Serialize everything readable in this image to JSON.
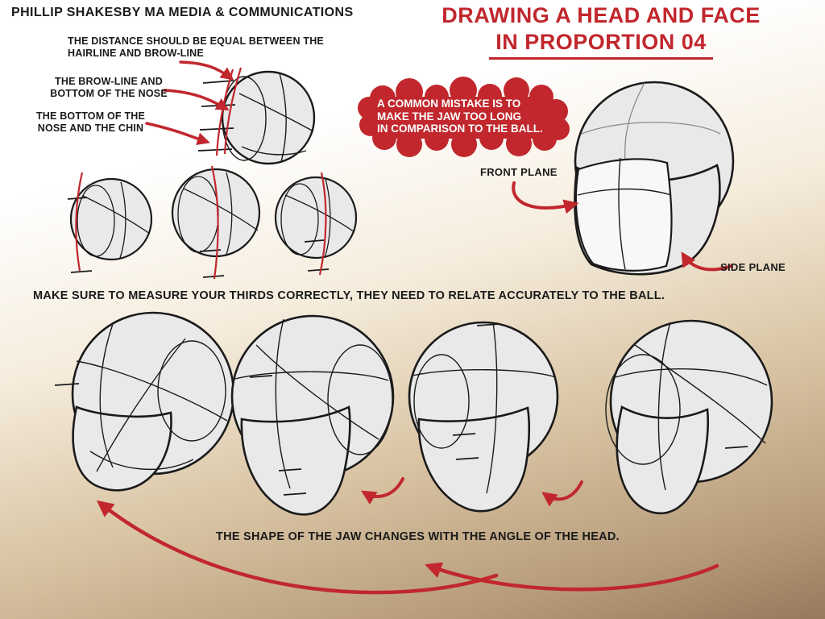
{
  "colors": {
    "accent_red": "#c1272d",
    "ink": "#1a1a1a",
    "head_fill": "#e9e9e9",
    "front_plane_fill": "#f8f8f8",
    "background_bottom": "#97795b",
    "callout_text": "#ffffff"
  },
  "header": {
    "credit": "PHILLIP SHAKESBY MA MEDIA & COMMUNICATIONS"
  },
  "title": {
    "line1": "DRAWING A HEAD AND FACE",
    "line2": "IN PROPORTION 04"
  },
  "notes": {
    "distance": {
      "line1": "THE DISTANCE SHOULD BE EQUAL BETWEEN THE",
      "line2": "HAIRLINE AND BROW-LINE"
    },
    "brow": {
      "line1": "THE BROW-LINE AND",
      "line2": "BOTTOM OF THE NOSE"
    },
    "nose": {
      "line1": "THE BOTTOM OF THE",
      "line2": "NOSE AND THE CHIN"
    }
  },
  "callout": {
    "line1": "A COMMON MISTAKE IS TO",
    "line2": "MAKE THE JAW TOO LONG",
    "line3": "IN COMPARISON TO THE BALL."
  },
  "labels": {
    "front_plane": "FRONT PLANE",
    "side_plane": "SIDE PLANE"
  },
  "captions": {
    "thirds": "MAKE SURE TO MEASURE YOUR THIRDS CORRECTLY, THEY NEED TO RELATE ACCURATELY TO THE BALL.",
    "jaw": "THE SHAPE OF THE JAW CHANGES WITH THE ANGLE OF THE HEAD."
  }
}
